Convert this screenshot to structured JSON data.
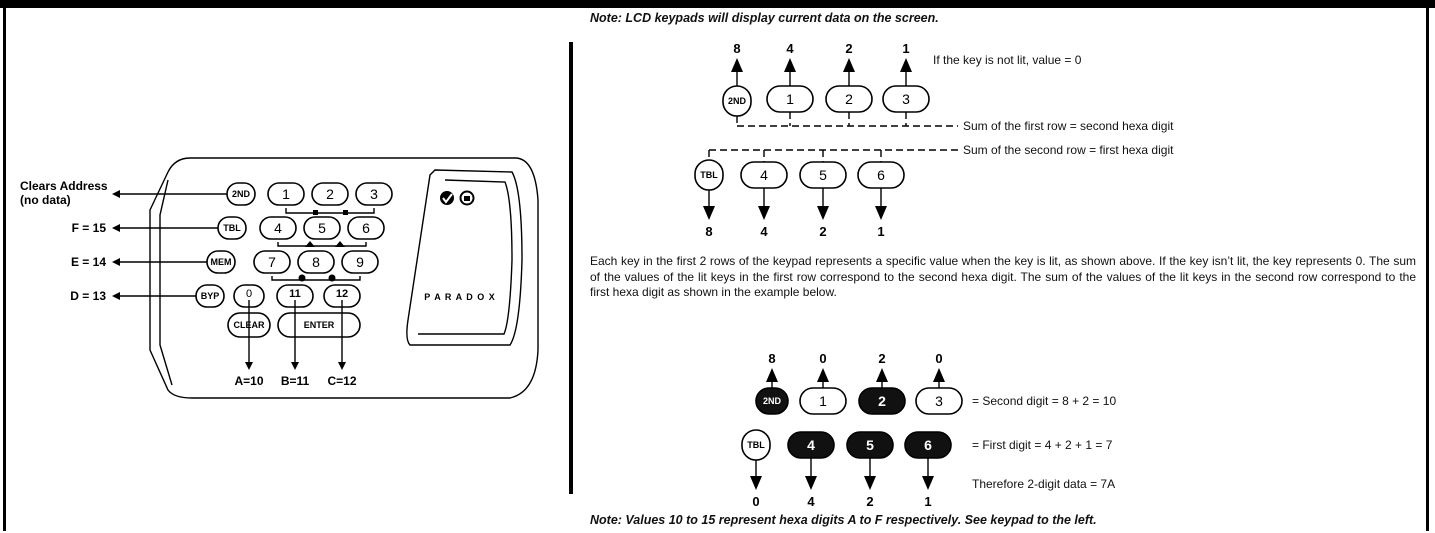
{
  "notes": {
    "top": "Note: LCD keypads will display current data on the screen.",
    "bottom": "Note: Values 10 to 15 represent hexa digits A to F respectively. See keypad to the left."
  },
  "left_keypad": {
    "labels": {
      "clears_address": "Clears Address",
      "no_data": "(no data)",
      "f": "F = 15",
      "e": "E = 14",
      "d": "D = 13",
      "a": "A=10",
      "b": "B=11",
      "c": "C=12"
    },
    "keys": {
      "second": "2ND",
      "k1": "1",
      "k2": "2",
      "k3": "3",
      "tbl": "TBL",
      "k4": "4",
      "k5": "5",
      "k6": "6",
      "mem": "MEM",
      "k7": "7",
      "k8": "8",
      "k9": "9",
      "byp": "BYP",
      "k0": "0",
      "k11": "11",
      "k12": "12",
      "clear": "CLEAR",
      "enter": "ENTER"
    },
    "brand": "P A R A D O X"
  },
  "diagram1": {
    "row1_values": [
      "8",
      "4",
      "2",
      "1"
    ],
    "row1_keys": [
      "2ND",
      "1",
      "2",
      "3"
    ],
    "row2_keys": [
      "TBL",
      "4",
      "5",
      "6"
    ],
    "row2_values": [
      "8",
      "4",
      "2",
      "1"
    ],
    "not_lit": "If the key is not lit, value = 0",
    "sum_first_row": "Sum of the first row = second hexa digit",
    "sum_second_row": "Sum of the second row = first hexa digit"
  },
  "paragraph": "Each key in the first 2 rows of the keypad represents a specific value when the key is lit, as shown above. If the key isn’t lit, the key represents 0. The sum of the values of the lit keys in the first row correspond to the second hexa digit. The sum of the values of the lit keys in the second row correspond to the first hexa digit as shown in the example below.",
  "example": {
    "row1_values": [
      "8",
      "0",
      "2",
      "0"
    ],
    "row1_keys": [
      "2ND",
      "1",
      "2",
      "3"
    ],
    "row1_lit": [
      true,
      false,
      true,
      false
    ],
    "row2_keys": [
      "TBL",
      "4",
      "5",
      "6"
    ],
    "row2_lit": [
      false,
      true,
      true,
      true
    ],
    "row2_values": [
      "0",
      "4",
      "2",
      "1"
    ],
    "second_digit": "= Second digit = 8 + 2 = 10",
    "first_digit": "= First digit = 4 + 2 + 1 = 7",
    "result": "Therefore 2-digit data = 7A"
  },
  "colors": {
    "border": "#000000",
    "lit_key": "#111111",
    "unlit_key": "#ffffff"
  }
}
